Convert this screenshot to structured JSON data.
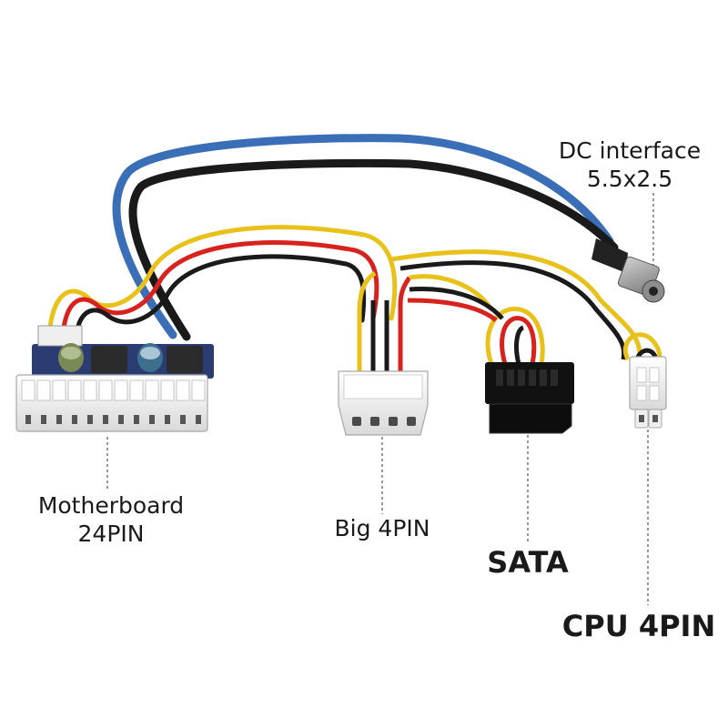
{
  "labels": {
    "dc_interface": {
      "line1": "DC interface",
      "line2": "5.5x2.5"
    },
    "motherboard": {
      "line1": "Motherboard",
      "line2": "24PIN"
    },
    "big4pin": {
      "line1": "Big 4PIN"
    },
    "sata": {
      "line1": "SATA"
    },
    "cpu4pin": {
      "line1": "CPU 4PIN"
    }
  },
  "colors": {
    "wire_blue": "#3a6fb8",
    "wire_black": "#1a1a1a",
    "wire_yellow": "#e8c21a",
    "wire_red": "#d8221e",
    "connector_white": "#f1f1f1",
    "sata_black": "#111111",
    "pcb_blue": "#2a3c72"
  }
}
